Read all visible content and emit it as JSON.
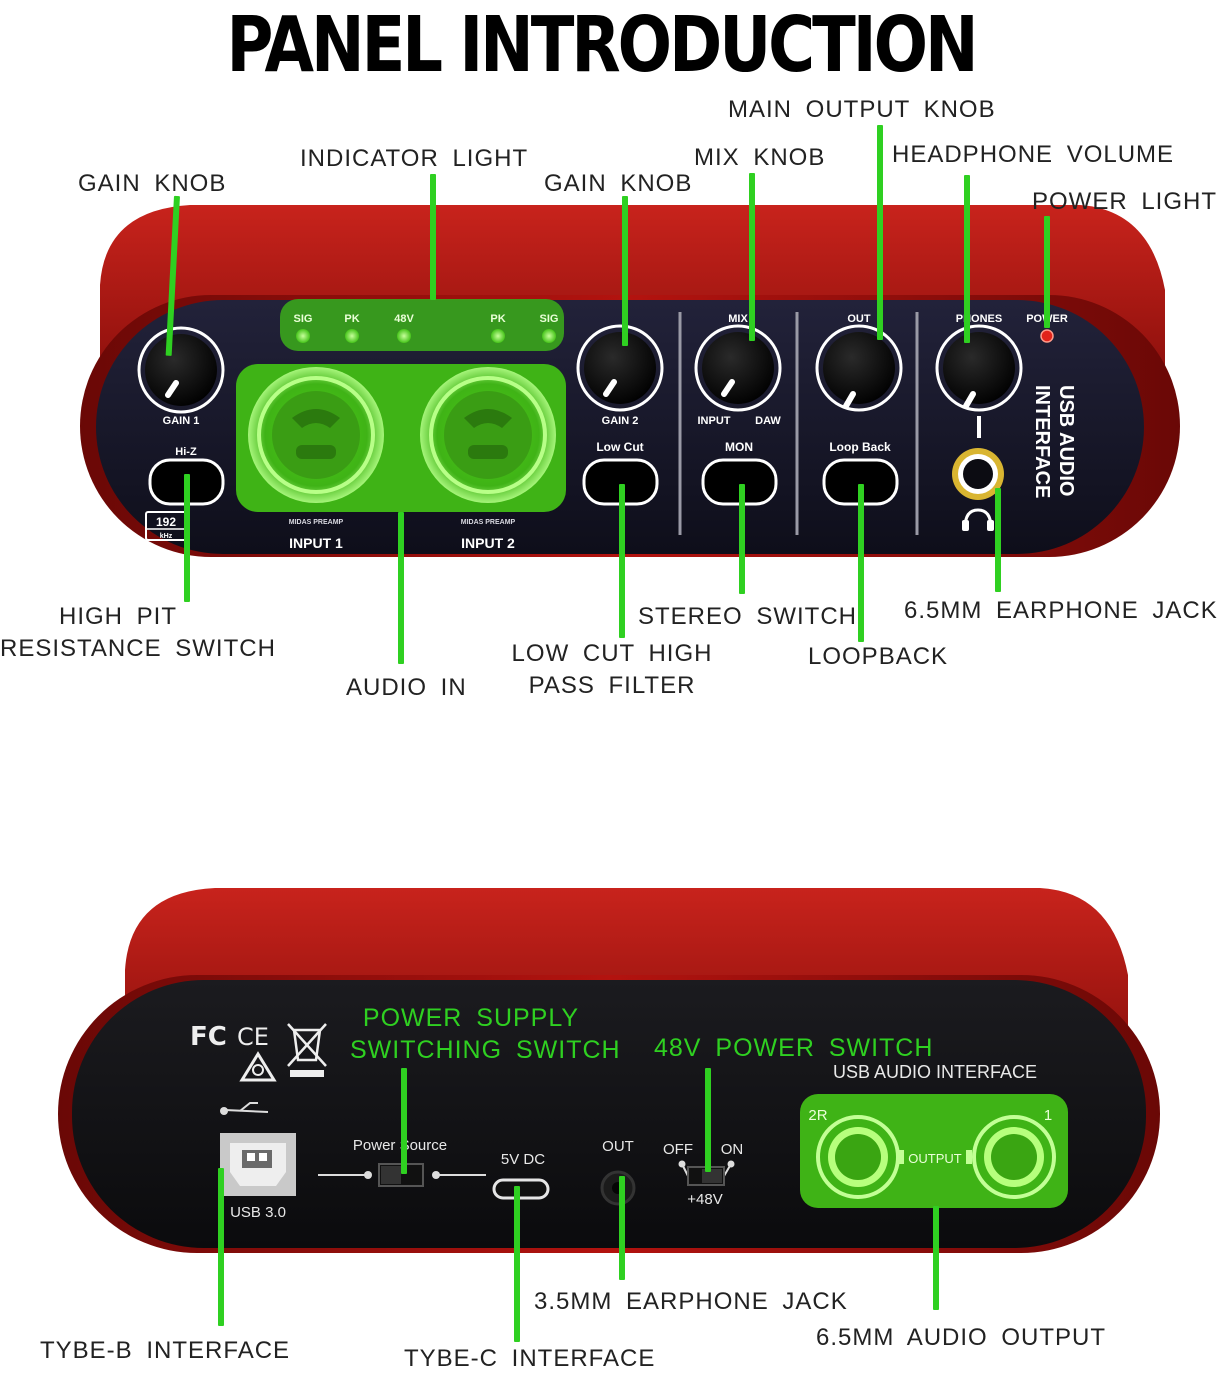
{
  "title": "PANEL INTRODUCTION",
  "colors": {
    "accent_green": "#2fd021",
    "chassis_red": "#b3130f",
    "panel_dark": "#16162a"
  },
  "front_callouts": {
    "gain_knob_left": "GAIN KNOB",
    "indicator_light": "INDICATOR LIGHT",
    "gain_knob_right": "GAIN KNOB",
    "mix_knob": "MIX KNOB",
    "main_output_knob": "MAIN OUTPUT KNOB",
    "headphone_volume": "HEADPHONE VOLUME",
    "power_light": "POWER LIGHT",
    "high_pit_line1": "HIGH PIT",
    "high_pit_line2": "RESISTANCE SWITCH",
    "audio_in": "AUDIO IN",
    "low_cut_line1": "LOW CUT HIGH",
    "low_cut_line2": "PASS FILTER",
    "stereo_switch": "STEREO SWITCH",
    "loopback": "LOOPBACK",
    "earphone_jack_65": "6.5MM EARPHONE JACK"
  },
  "front_panel": {
    "led_sig_1": "SIG",
    "led_pk_1": "PK",
    "led_48v": "48V",
    "led_pk_2": "PK",
    "led_sig_2": "SIG",
    "gain1": "GAIN 1",
    "gain2": "GAIN 2",
    "mix": "MIX",
    "input": "INPUT",
    "daw": "DAW",
    "out": "OUT",
    "phones": "PHONES",
    "power": "POWER",
    "hiz": "Hi-Z",
    "low_cut": "Low Cut",
    "mon": "MON",
    "loop_back": "Loop Back",
    "rate_top": "192",
    "rate_bottom": "kHz",
    "input1": "INPUT 1",
    "input2": "INPUT 2",
    "midas1": "MIDAS PREAMP",
    "midas2": "MIDAS PREAMP",
    "side_line1": "USB AUDIO",
    "side_line2": "INTERFACE"
  },
  "rear_callouts": {
    "power_supply_line1": "POWER SUPPLY",
    "power_supply_line2": "SWITCHING SWITCH",
    "power_switch_48v": "48V POWER SWITCH",
    "typeb": "TYBE-B INTERFACE",
    "typec": "TYBE-C INTERFACE",
    "earphone_jack_35": "3.5MM EARPHONE JACK",
    "audio_output_65": "6.5MM AUDIO OUTPUT"
  },
  "rear_panel": {
    "usb_title": "USB AUDIO INTERFACE",
    "usb30": "USB 3.0",
    "power_source": "Power Source",
    "dc5v": "5V DC",
    "out": "OUT",
    "off": "OFF",
    "on": "ON",
    "plus48": "+48V",
    "ch_2r": "2R",
    "ch_1": "1",
    "output": "OUTPUT",
    "cert_fc": "FC",
    "cert_ce": "CE"
  }
}
